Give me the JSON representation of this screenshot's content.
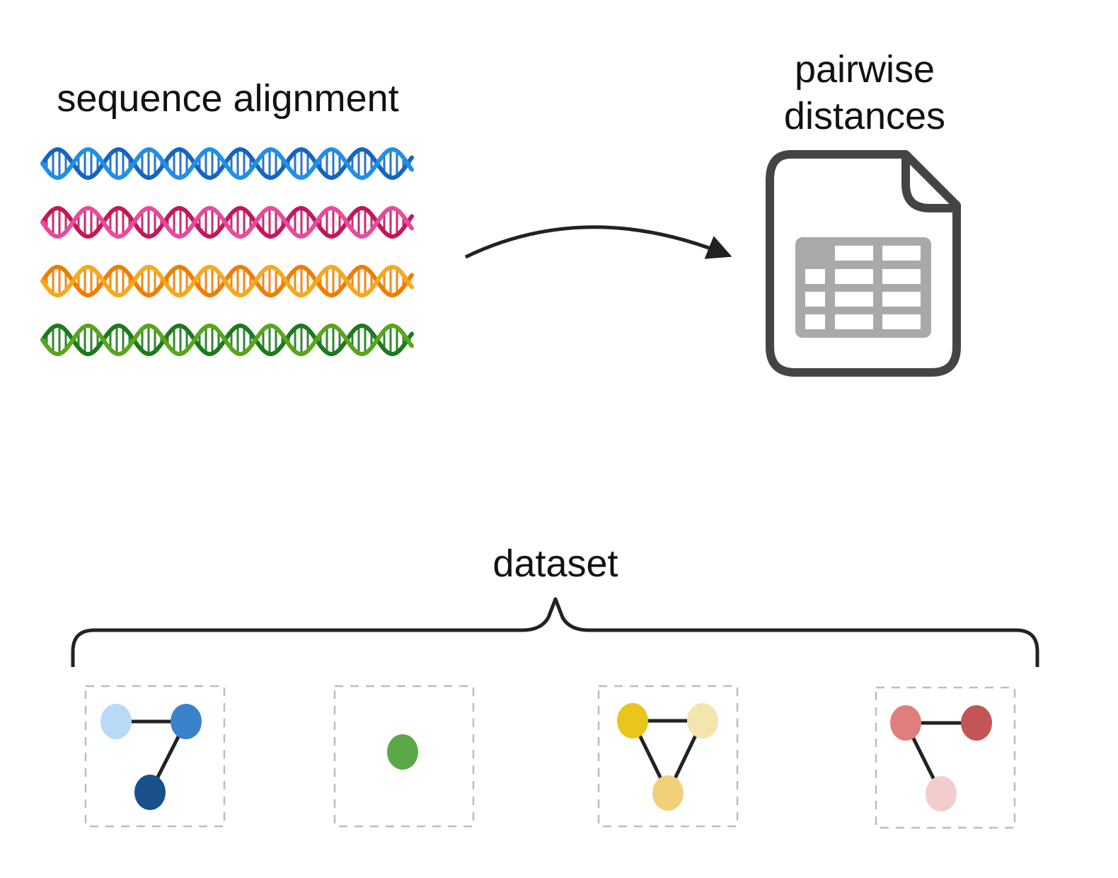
{
  "labels": {
    "alignment": "sequence alignment",
    "distances_line1": "pairwise",
    "distances_line2": "distances",
    "dataset": "dataset"
  },
  "dna_strands": [
    {
      "colors": [
        "#1f8fe8",
        "#1565c0"
      ]
    },
    {
      "colors": [
        "#e84a9c",
        "#c2185b"
      ]
    },
    {
      "colors": [
        "#f7a81c",
        "#ef7d00"
      ]
    },
    {
      "colors": [
        "#5aa51c",
        "#1d7a1d"
      ]
    }
  ],
  "spreadsheet_icon": {
    "name": "spreadsheet-file-icon",
    "stroke": "#444444",
    "grid": "#a9a9a9"
  },
  "graphs": [
    {
      "nodes": [
        "#b9daf5",
        "#3a82c9",
        "#17508a"
      ],
      "edges": [
        [
          0,
          1
        ],
        [
          1,
          2
        ]
      ]
    },
    {
      "nodes": [
        "#5aa845"
      ],
      "edges": []
    },
    {
      "nodes": [
        "#e8c61a",
        "#f3e5ad",
        "#f0d17a"
      ],
      "edges": [
        [
          0,
          1
        ],
        [
          0,
          2
        ],
        [
          1,
          2
        ]
      ]
    },
    {
      "nodes": [
        "#e07d7d",
        "#c35555",
        "#f3cccc"
      ],
      "edges": [
        [
          0,
          1
        ],
        [
          0,
          2
        ]
      ]
    }
  ]
}
